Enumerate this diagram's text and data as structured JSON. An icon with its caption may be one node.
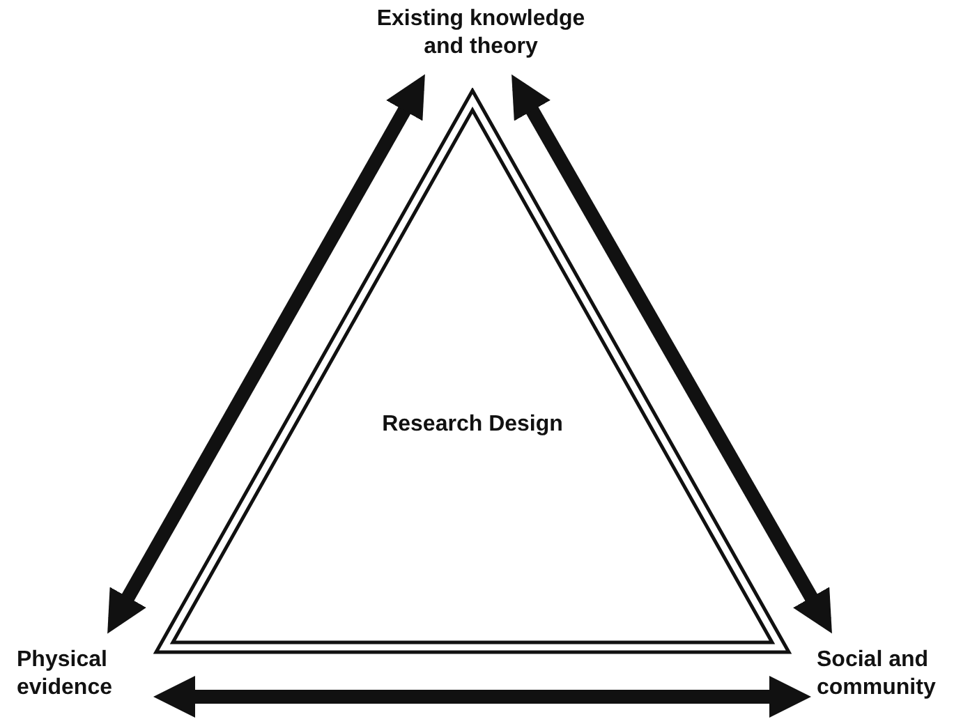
{
  "diagram": {
    "nodes": [
      {
        "text": [
          "Existing knowledge and theory"
        ]
      },
      {
        "text": [
          "Research Design"
        ]
      },
      {
        "text": [
          "Physical evidence"
        ]
      },
      {
        "text": [
          "Social and community"
        ]
      }
    ],
    "edges": [
      {
        "from": 0,
        "to": 2,
        "arrow": "both"
      },
      {
        "from": 0,
        "to": 3,
        "arrow": "both"
      },
      {
        "from": 2,
        "to": 3,
        "arrow": "both"
      }
    ]
  }
}
